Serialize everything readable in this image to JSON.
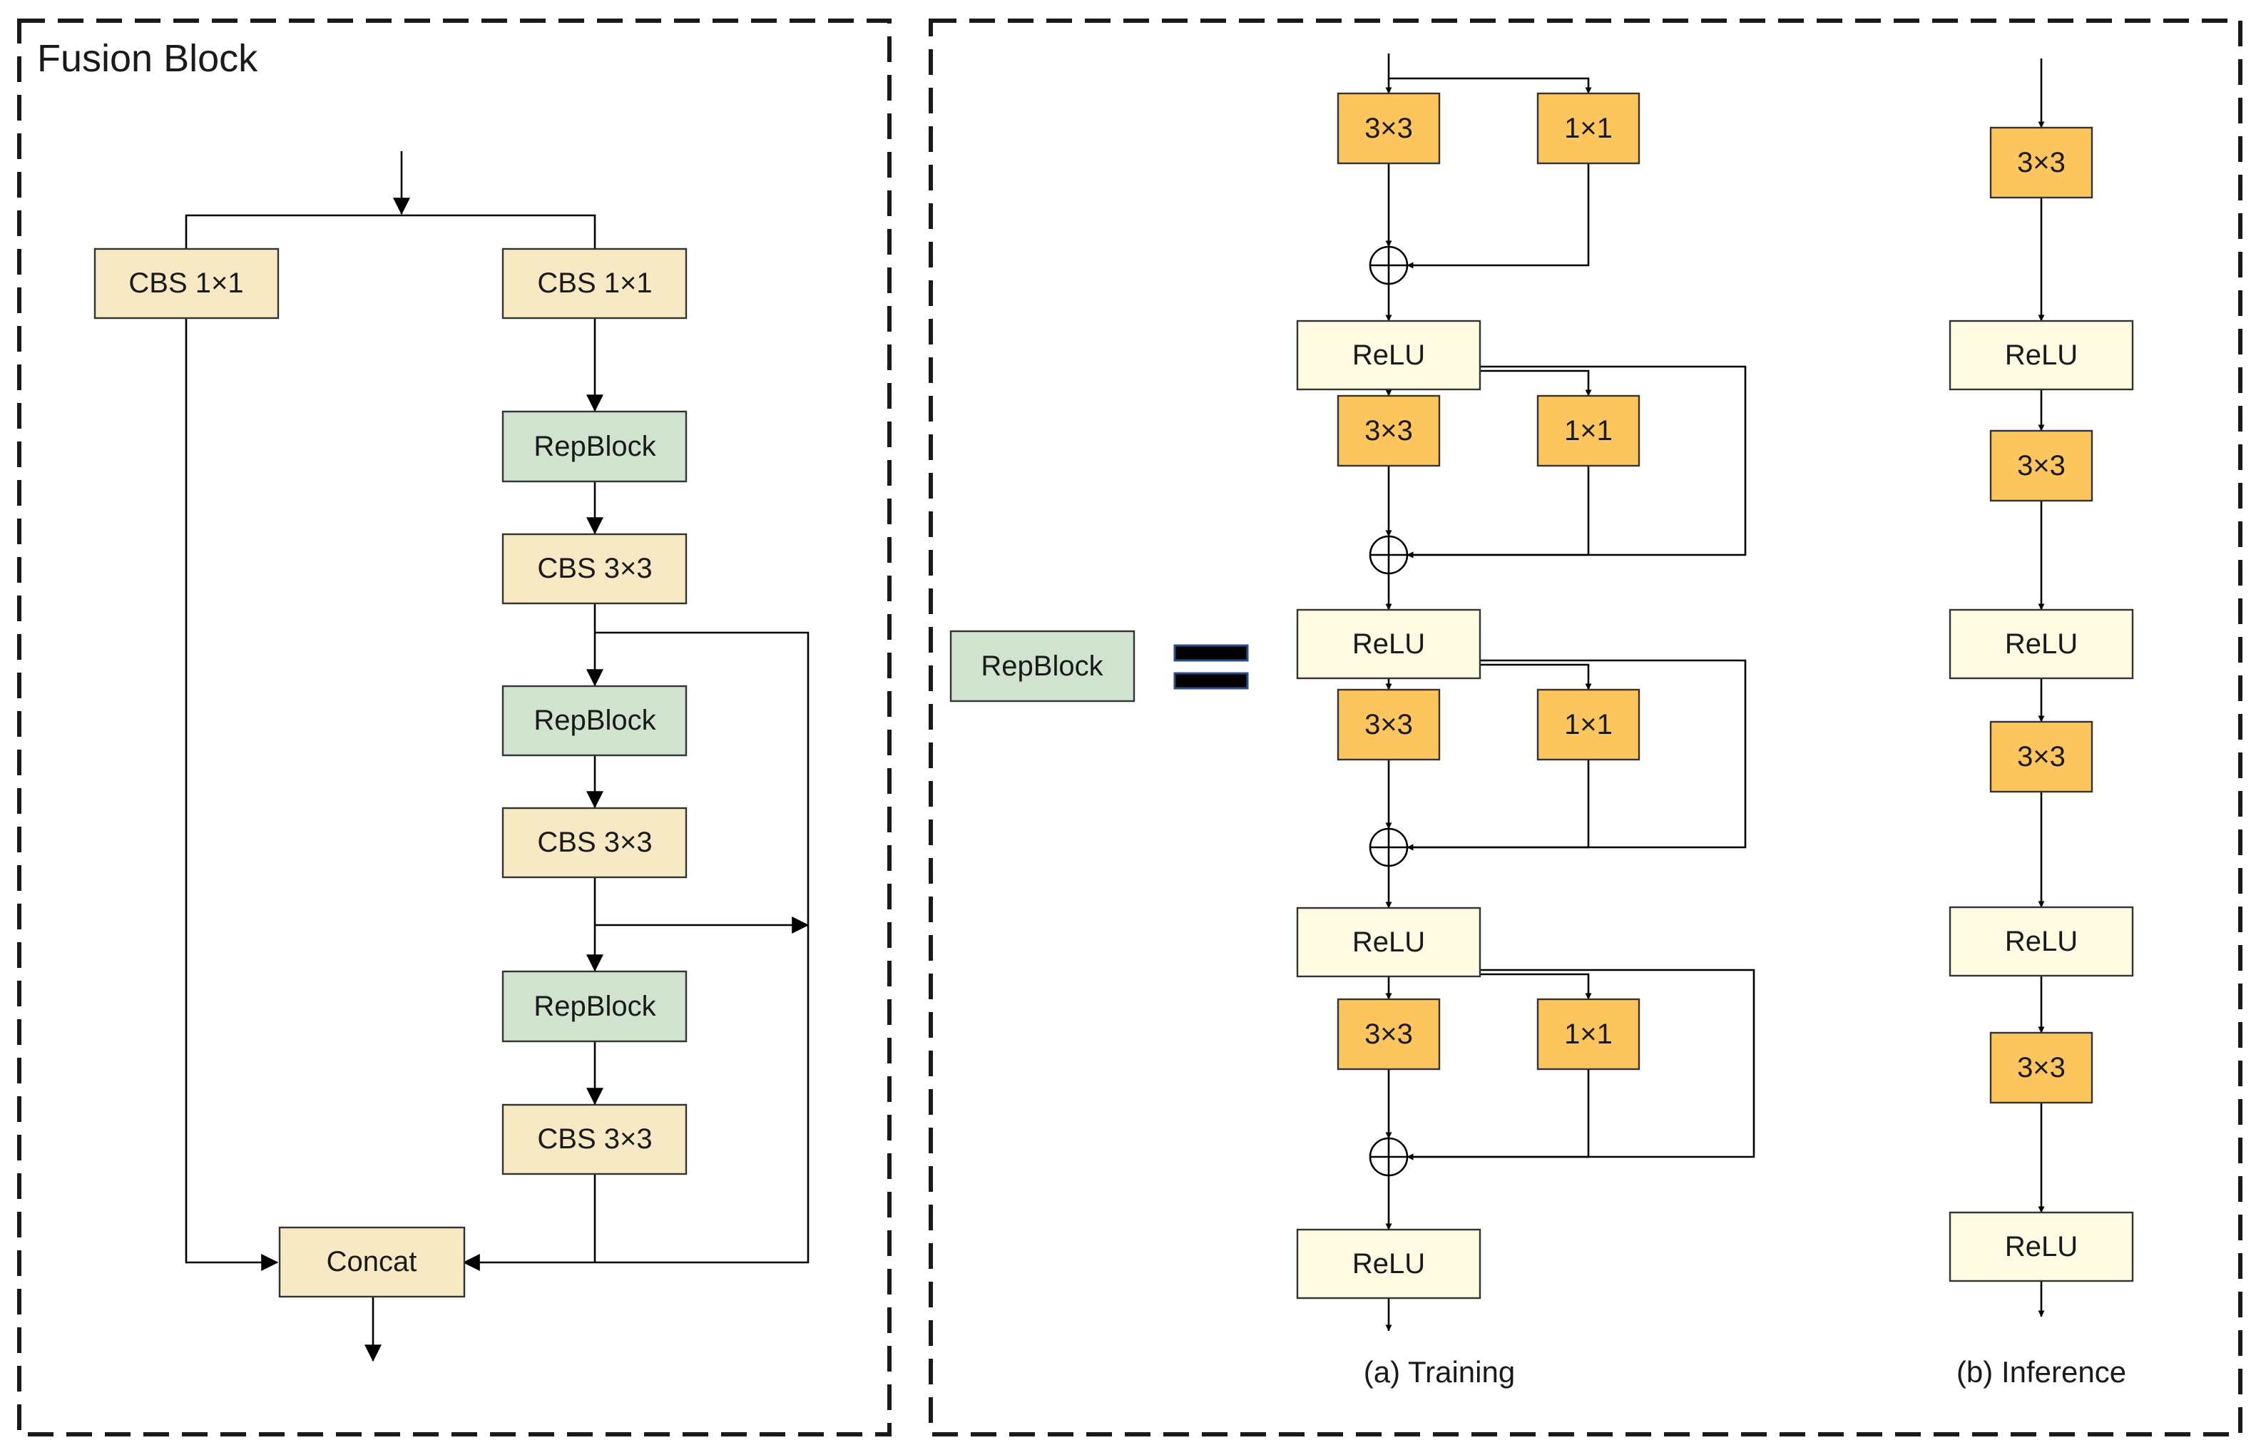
{
  "fusion_block": {
    "title": "Fusion Block",
    "cbs_left": "CBS 1×1",
    "cbs_right": "CBS 1×1",
    "repblock_1": "RepBlock",
    "cbs3_1": "CBS 3×3",
    "repblock_2": "RepBlock",
    "cbs3_2": "CBS 3×3",
    "repblock_3": "RepBlock",
    "cbs3_3": "CBS 3×3",
    "concat": "Concat"
  },
  "equivalence": {
    "repblock": "RepBlock",
    "symbol": "="
  },
  "training": {
    "caption": "(a) Training",
    "stages": [
      {
        "conv3": "3×3",
        "conv1": "1×1",
        "relu": "ReLU"
      },
      {
        "conv3": "3×3",
        "conv1": "1×1",
        "relu": "ReLU"
      },
      {
        "conv3": "3×3",
        "conv1": "1×1",
        "relu": "ReLU"
      },
      {
        "conv3": "3×3",
        "conv1": "1×1",
        "relu": "ReLU"
      }
    ]
  },
  "inference": {
    "caption": "(b) Inference",
    "stages": [
      {
        "conv3": "3×3",
        "relu": "ReLU"
      },
      {
        "conv3": "3×3",
        "relu": "ReLU"
      },
      {
        "conv3": "3×3",
        "relu": "ReLU"
      },
      {
        "conv3": "3×3",
        "relu": "ReLU"
      }
    ]
  },
  "colors": {
    "cbs": "#f6e9c4",
    "repblock": "#cfe3cf",
    "conv": "#fdc55e",
    "relu": "#fffbe3",
    "equals_fill": "#000000",
    "equals_edge": "#2a4e8c"
  }
}
